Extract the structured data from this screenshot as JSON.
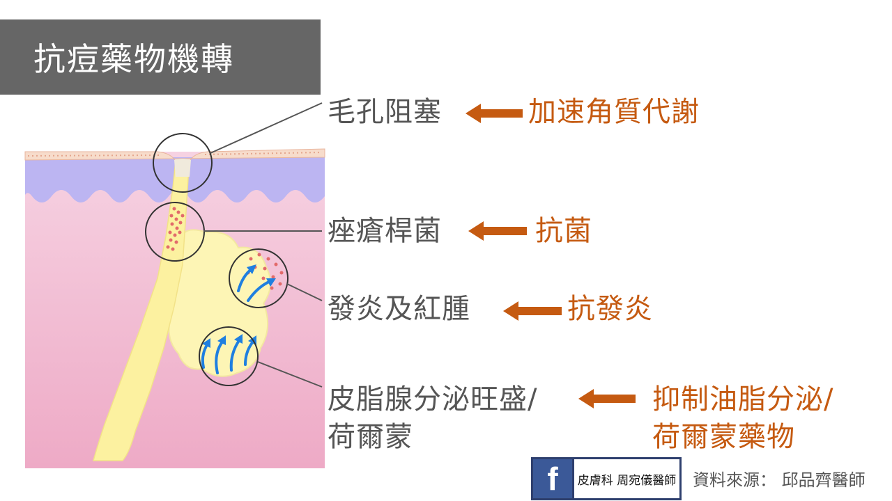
{
  "title": "抗痘藥物機轉",
  "rows": [
    {
      "problem": "毛孔阻塞",
      "treatment": "加速角質代謝"
    },
    {
      "problem": "痤瘡桿菌",
      "treatment": "抗菌"
    },
    {
      "problem": "發炎及紅腫",
      "treatment": "抗發炎"
    },
    {
      "problem_line1": "皮脂腺分泌旺盛/",
      "problem_line2": "荷爾蒙",
      "treatment_line1": "抑制油脂分泌/",
      "treatment_line2": "荷爾蒙藥物"
    }
  ],
  "footer": {
    "fb_icon": "facebook-icon",
    "fb_letter": "f",
    "fb_page": "皮膚科 周宛儀醫師",
    "source": "資料來源： 邱品齊醫師"
  },
  "colors": {
    "title_bg": "#666666",
    "arrow": "#c55a11",
    "label_gray": "#555555",
    "skin_pink": "#f3c3d6",
    "epidermis_purple": "#b9b3f0",
    "sebum_yellow": "#fdf5b5",
    "bacteria_red": "#e26a6a",
    "flow_blue": "#1f7fe0"
  }
}
